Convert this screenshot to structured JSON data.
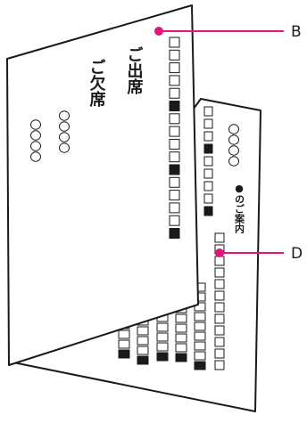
{
  "front_card": {
    "line1": "ご出席",
    "line2": "ご欠席"
  },
  "back_card": {
    "heading": "●のご案内"
  },
  "callouts": [
    {
      "label": "B"
    },
    {
      "label": "D"
    }
  ],
  "colors": {
    "line": "#1a1a1a",
    "accent": "#e2147e",
    "paper": "#ffffff",
    "fill": "#1a1a1a"
  }
}
